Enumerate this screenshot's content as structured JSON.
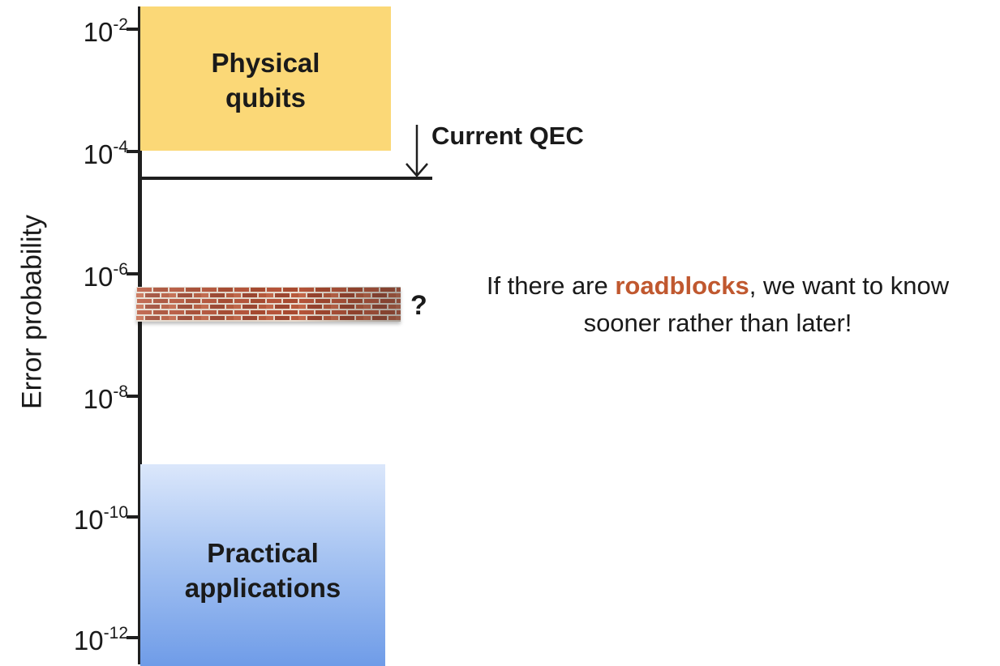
{
  "axis": {
    "ylabel": "Error probability",
    "ticks": [
      {
        "base": "10",
        "exp": "-2"
      },
      {
        "base": "10",
        "exp": "-4"
      },
      {
        "base": "10",
        "exp": "-6"
      },
      {
        "base": "10",
        "exp": "-8"
      },
      {
        "base": "10",
        "exp": "-10"
      },
      {
        "base": "10",
        "exp": "-12"
      }
    ]
  },
  "physical": {
    "line1": "Physical",
    "line2": "qubits",
    "color": "#fbd877"
  },
  "practical": {
    "line1": "Practical",
    "line2": "applications",
    "color_top": "#dbe7fb",
    "color_bottom": "#6f9ce8"
  },
  "qec": {
    "label": "Current QEC"
  },
  "wall": {
    "question": "?"
  },
  "note": {
    "part1": "If there are ",
    "highlight": "roadblocks",
    "part2": ", we want to know sooner rather than later!",
    "accent_color": "#c0582f"
  }
}
